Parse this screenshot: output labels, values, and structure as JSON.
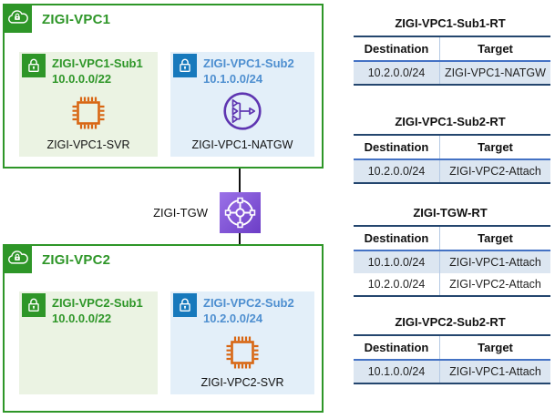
{
  "diagram": {
    "vpc1": {
      "label": "ZIGI-VPC1",
      "subnets": [
        {
          "label": "ZIGI-VPC1-Sub1",
          "cidr": "10.0.0.0/22",
          "resource": "ZIGI-VPC1-SVR"
        },
        {
          "label": "ZIGI-VPC1-Sub2",
          "cidr": "10.1.0.0/24",
          "resource": "ZIGI-VPC1-NATGW"
        }
      ]
    },
    "tgw": {
      "label": "ZIGI-TGW"
    },
    "vpc2": {
      "label": "ZIGI-VPC2",
      "subnets": [
        {
          "label": "ZIGI-VPC2-Sub1",
          "cidr": "10.0.0.0/22",
          "resource": ""
        },
        {
          "label": "ZIGI-VPC2-Sub2",
          "cidr": "10.2.0.0/24",
          "resource": "ZIGI-VPC2-SVR"
        }
      ]
    },
    "icons": {
      "vpc": "vpc-cloud-lock-icon",
      "subnet": "subnet-lock-icon",
      "server": "server-chip-icon",
      "natgw": "nat-gateway-icon",
      "tgw": "transit-gateway-icon"
    }
  },
  "route_tables": [
    {
      "title": "ZIGI-VPC1-Sub1-RT",
      "headers": [
        "Destination",
        "Target"
      ],
      "rows": [
        [
          "10.2.0.0/24",
          "ZIGI-VPC1-NATGW"
        ]
      ]
    },
    {
      "title": "ZIGI-VPC1-Sub2-RT",
      "headers": [
        "Destination",
        "Target"
      ],
      "rows": [
        [
          "10.2.0.0/24",
          "ZIGI-VPC2-Attach"
        ]
      ]
    },
    {
      "title": "ZIGI-TGW-RT",
      "headers": [
        "Destination",
        "Target"
      ],
      "rows": [
        [
          "10.1.0.0/24",
          "ZIGI-VPC1-Attach"
        ],
        [
          "10.2.0.0/24",
          "ZIGI-VPC2-Attach"
        ]
      ]
    },
    {
      "title": "ZIGI-VPC2-Sub2-RT",
      "headers": [
        "Destination",
        "Target"
      ],
      "rows": [
        [
          "10.1.0.0/24",
          "ZIGI-VPC1-Attach"
        ]
      ]
    }
  ],
  "colors": {
    "vpc_green": "#2E9628",
    "subnet_green_bg": "#EBF3E3",
    "subnet_blue_bg": "#E3EFF9",
    "subnet_blue_icon": "#1779BC",
    "subnet_blue_text": "#4E8FD0",
    "server_orange": "#D86613",
    "natgw_purple": "#5E35B1",
    "tgw_purple_gradient": [
      "#9B72E8",
      "#6C3DC6"
    ],
    "table_border_dark": "#24466E",
    "table_header_line": "#4472C4",
    "table_row_fill": "#DCE6F1"
  }
}
